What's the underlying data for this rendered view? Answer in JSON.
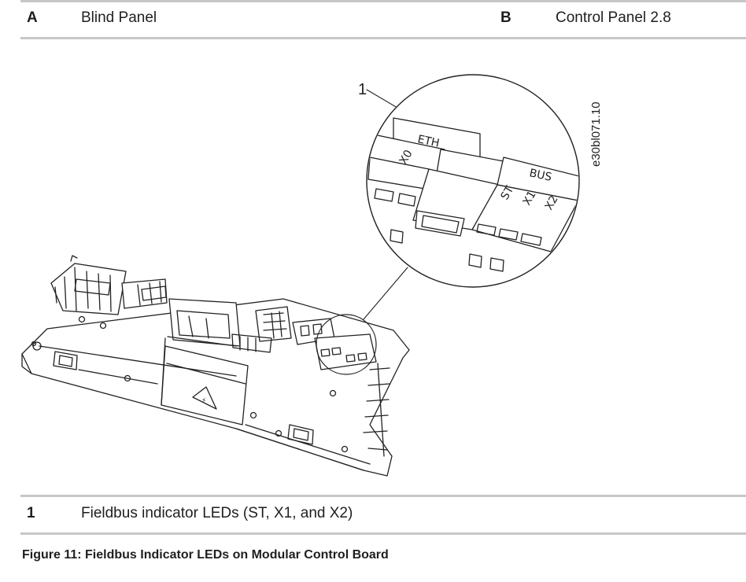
{
  "header_table": {
    "col_a_key": "A",
    "col_a_value": "Blind Panel",
    "col_b_key": "B",
    "col_b_value": "Control Panel 2.8"
  },
  "figure": {
    "callout_number": "1",
    "drawing_id": "e30bl071.10",
    "detail_labels": {
      "eth": "ETH",
      "x0": "X0",
      "bus": "BUS",
      "st": "ST",
      "x1": "X1",
      "x2": "X2"
    }
  },
  "legend_table": {
    "rows": [
      {
        "key": "1",
        "description": "Fieldbus indicator LEDs (ST, X1, and X2)"
      }
    ]
  },
  "caption": "Figure 11:  Fieldbus Indicator LEDs on Modular Control Board"
}
